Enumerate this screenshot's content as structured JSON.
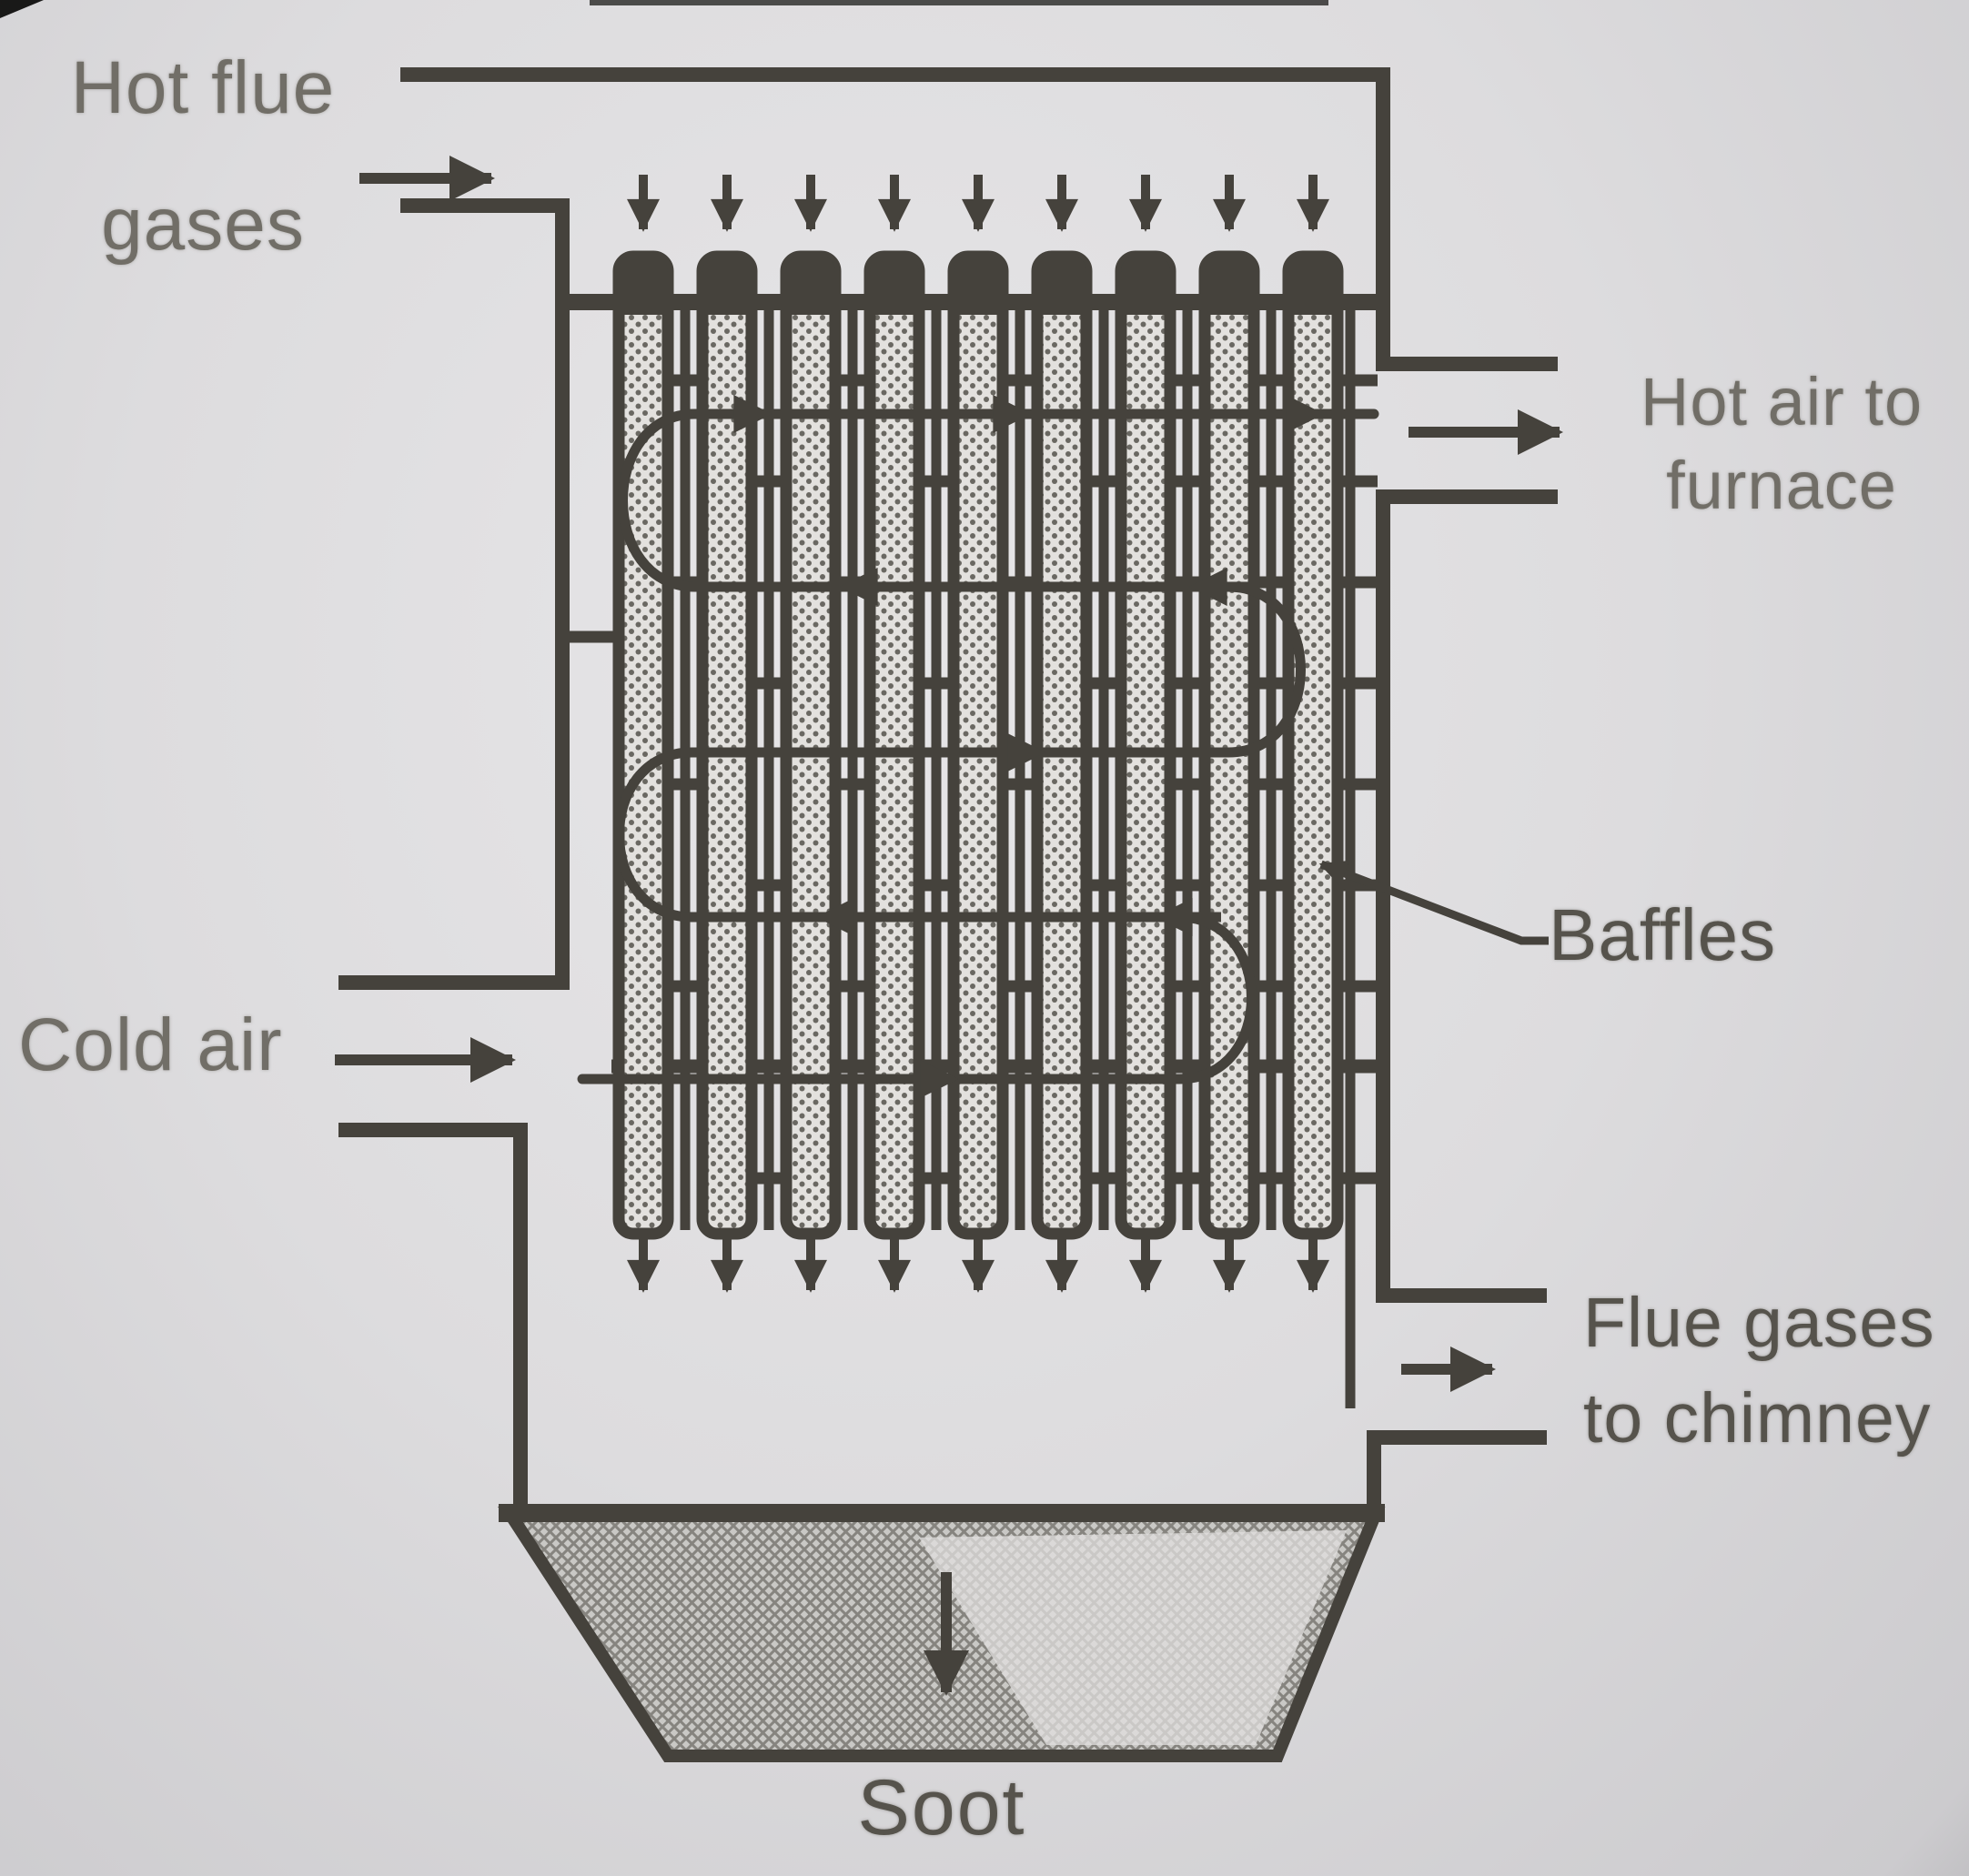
{
  "figure": {
    "type": "tubular-air-preheater-diagram",
    "labels": {
      "hot_flue_gases": "Hot flue\ngases",
      "cold_air": "Cold air",
      "hot_air_to_furnace": "Hot air to\nfurnace",
      "baffles": "Baffles",
      "flue_gases_to_chimney": "Flue gases\nto chimney",
      "soot": "Soot"
    },
    "colors": {
      "ink": "#45423c",
      "label_light": "#716e67",
      "label_dark": "#56534c",
      "paper": "#dcdbdd",
      "tube_fill": "#e3e1de",
      "tube_dot": "#55524c",
      "hopper_base": "#c9c8c5"
    },
    "diagram": {
      "tube_count": 9,
      "baffle_count": 9,
      "tube_inlet_arrow_count": 9,
      "tube_outlet_arrow_count": 9,
      "flow_arrow_icons": [
        "hot-flue-gases-right-arrow-icon",
        "cold-air-right-arrow-icon",
        "hot-air-right-arrow-icon",
        "flue-gases-right-arrow-icon",
        "soot-down-arrow-icon",
        "serpentine-air-flow-arrows",
        "baffles-pointer-arrow-icon"
      ]
    }
  }
}
